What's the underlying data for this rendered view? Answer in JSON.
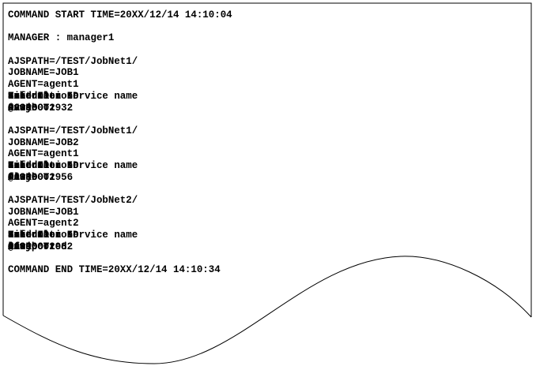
{
  "page": {
    "background_color": "#ffffff",
    "border_color": "#000000",
    "text_color": "#000000"
  },
  "terminal": {
    "command_start": "COMMAND START TIME=20XX/12/14 14:10:04",
    "manager": "MANAGER : manager1",
    "columns": {
      "execution_id": "Execution ID",
      "unit_id": "Unit ID",
      "scheduler": "Scheduler service name",
      "kind": "Kind",
      "information": "Information"
    },
    "blocks": [
      {
        "ajspath": "AJSPATH=/TEST/JobNet1/",
        "jobname": "JOBNAME=JOB1",
        "agent": "AGENT=agent1",
        "row": {
          "execution_id": "@A188",
          "unit_id": "00000002932",
          "scheduler": "AJSROOT1",
          "kind": "evwjb",
          "information": ""
        }
      },
      {
        "ajspath": "AJSPATH=/TEST/JobNet1/",
        "jobname": "JOBNAME=JOB2",
        "agent": "AGENT=agent1",
        "row": {
          "execution_id": "@A189",
          "unit_id": "00000002956",
          "scheduler": "AJSROOT1",
          "kind": "flwjb",
          "information": ""
        }
      },
      {
        "ajspath": "AJSPATH=/TEST/JobNet2/",
        "jobname": "JOBNAME=JOB1",
        "agent": "AGENT=agent2",
        "row": {
          "execution_id": "@A190",
          "unit_id": "00000002982",
          "scheduler": "AJSROOT1",
          "kind": "lfwjb",
          "information": "unreported"
        }
      }
    ],
    "command_end": "COMMAND END TIME=20XX/12/14 14:10:34"
  }
}
